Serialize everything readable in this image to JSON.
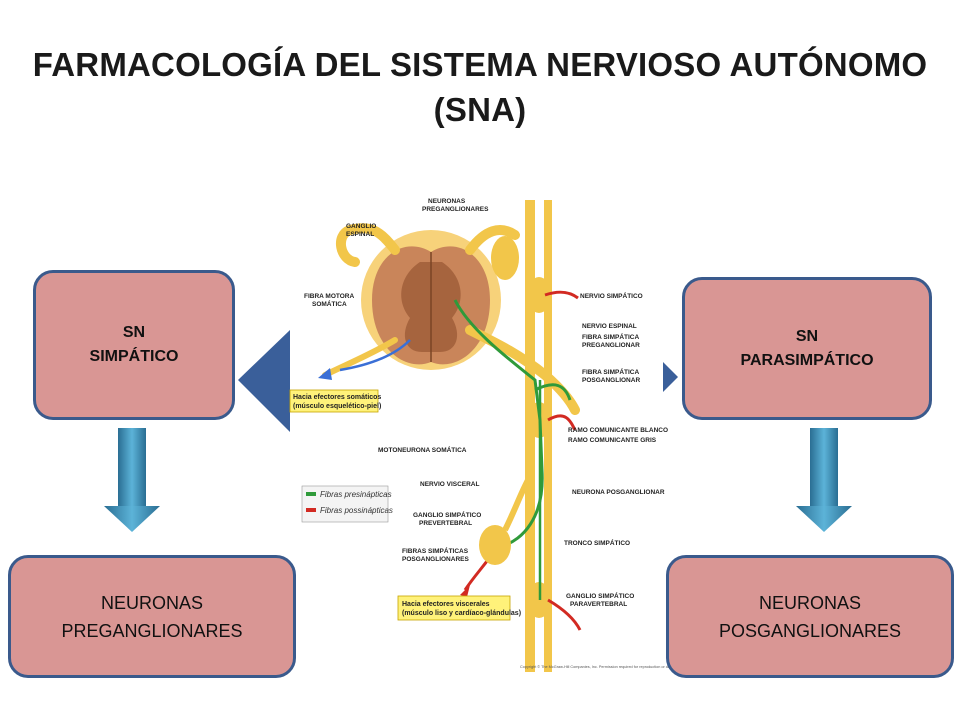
{
  "title": {
    "line1": "FARMACOLOGÍA DEL SISTEMA NERVIOSO AUTÓNOMO",
    "line2": "(SNA)"
  },
  "boxes": {
    "simpatico": {
      "line1": "SN",
      "line2": "SIMPÁTICO"
    },
    "parasimpatico": {
      "line1": "SN",
      "line2": "PARASIMPÁTICO"
    },
    "preganglionares": {
      "line1": "NEURONAS",
      "line2": "PREGANGLIONARES"
    },
    "posganglionares": {
      "line1": "NEURONAS",
      "line2": "POSGANGLIONARES"
    }
  },
  "diagram": {
    "labels": {
      "neuronas_preganglionares": [
        "NEURONAS",
        "PREGANGLIONARES"
      ],
      "ganglio_espinal": [
        "GANGLIO",
        "ESPINAL"
      ],
      "fibra_motora": [
        "FIBRA MOTORA",
        "SOMÁTICA"
      ],
      "nervio_simpatico": "NERVIO SIMPÁTICO",
      "nervio_espinal": "NERVIO ESPINAL",
      "fibra_simpatica_pre": [
        "FIBRA SIMPÁTICA",
        "PREGANGLIONAR"
      ],
      "fibra_simpatica_pos": [
        "FIBRA SIMPÁTICA",
        "POSGANGLIONAR"
      ],
      "ramo_blanco": "RAMO COMUNICANTE BLANCO",
      "ramo_gris": "RAMO COMUNICANTE GRIS",
      "motoneurona": "MOTONEURONA SOMÁTICA",
      "nervio_visceral": "NERVIO VISCERAL",
      "neurona_posganglionar": "NEURONA POSGANGLIONAR",
      "ganglio_prevertebral": [
        "GANGLIO SIMPÁTICO",
        "PREVERTEBRAL"
      ],
      "tronco_simpatico": "TRONCO SIMPÁTICO",
      "fibras_posganglionares": [
        "FIBRAS SIMPÁTICAS",
        "POSGANGLIONARES"
      ],
      "ganglio_paravertebral": [
        "GANGLIO SIMPÁTICO",
        "PARAVERTEBRAL"
      ],
      "efectores_somaticos": [
        "Hacia efectores somáticos",
        "(músculo esquelético-piel)"
      ],
      "efectores_viscerales": [
        "Hacia efectores viscerales",
        "(músculo liso y cardíaco-glándulas)"
      ],
      "legend_pre": "Fibras presinápticas",
      "legend_post": "Fibras possinápticas",
      "copyright": "Copyright © The McGraw-Hill Companies, Inc. Permission required for reproduction or display."
    },
    "colors": {
      "presinapticas": "#2f9a3a",
      "possinapticas": "#d22a22",
      "nerve": "#f2c64a",
      "spinal_cord": "#c9855a",
      "box_fill": "#d99694",
      "box_border": "#3a5a8c",
      "arrow": "#3a8fb7",
      "side_triangle": "#3a5f9a"
    }
  }
}
